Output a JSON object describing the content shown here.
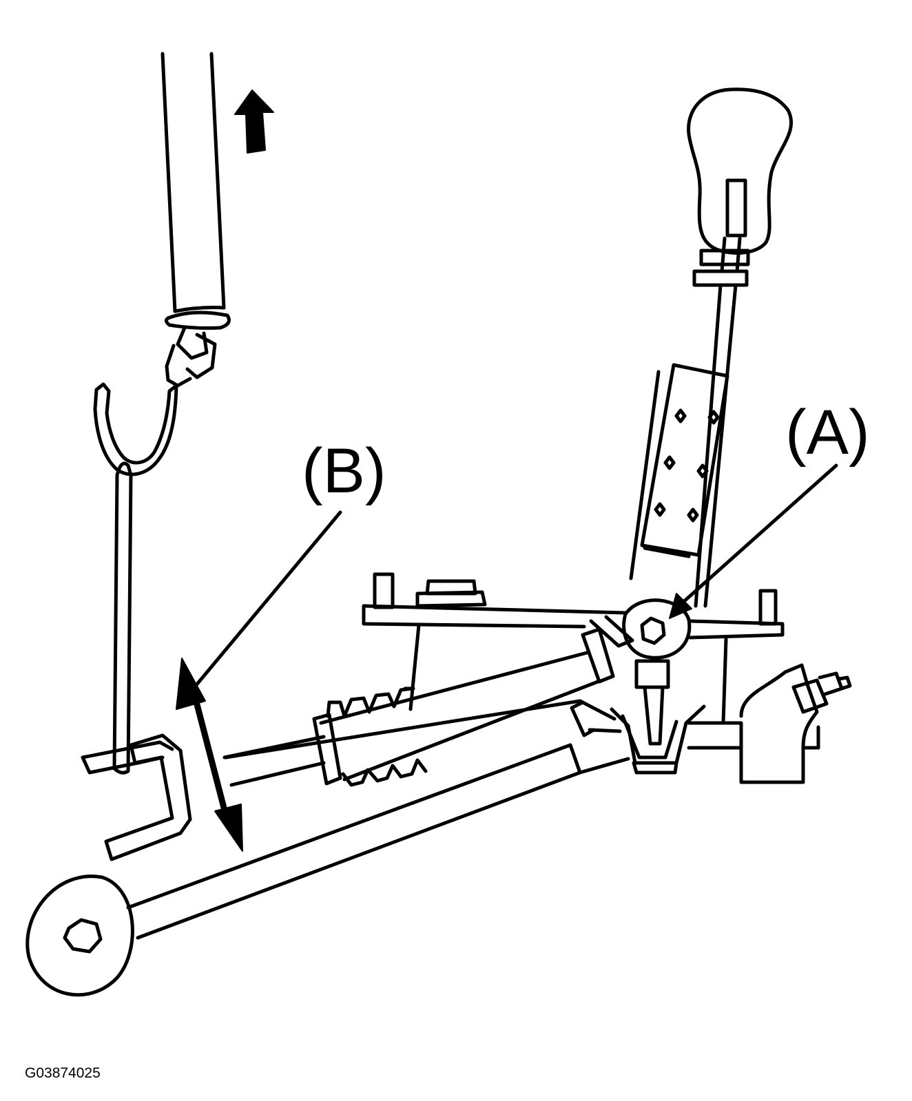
{
  "diagram": {
    "callouts": {
      "a": "(A)",
      "b": "(B)"
    },
    "figure_id": "G03874025",
    "colors": {
      "ink": "#000000",
      "paper": "#ffffff"
    },
    "icons": {
      "lift_direction": "up-arrow-icon",
      "travel_range": "double-headed-arrow-icon"
    }
  }
}
